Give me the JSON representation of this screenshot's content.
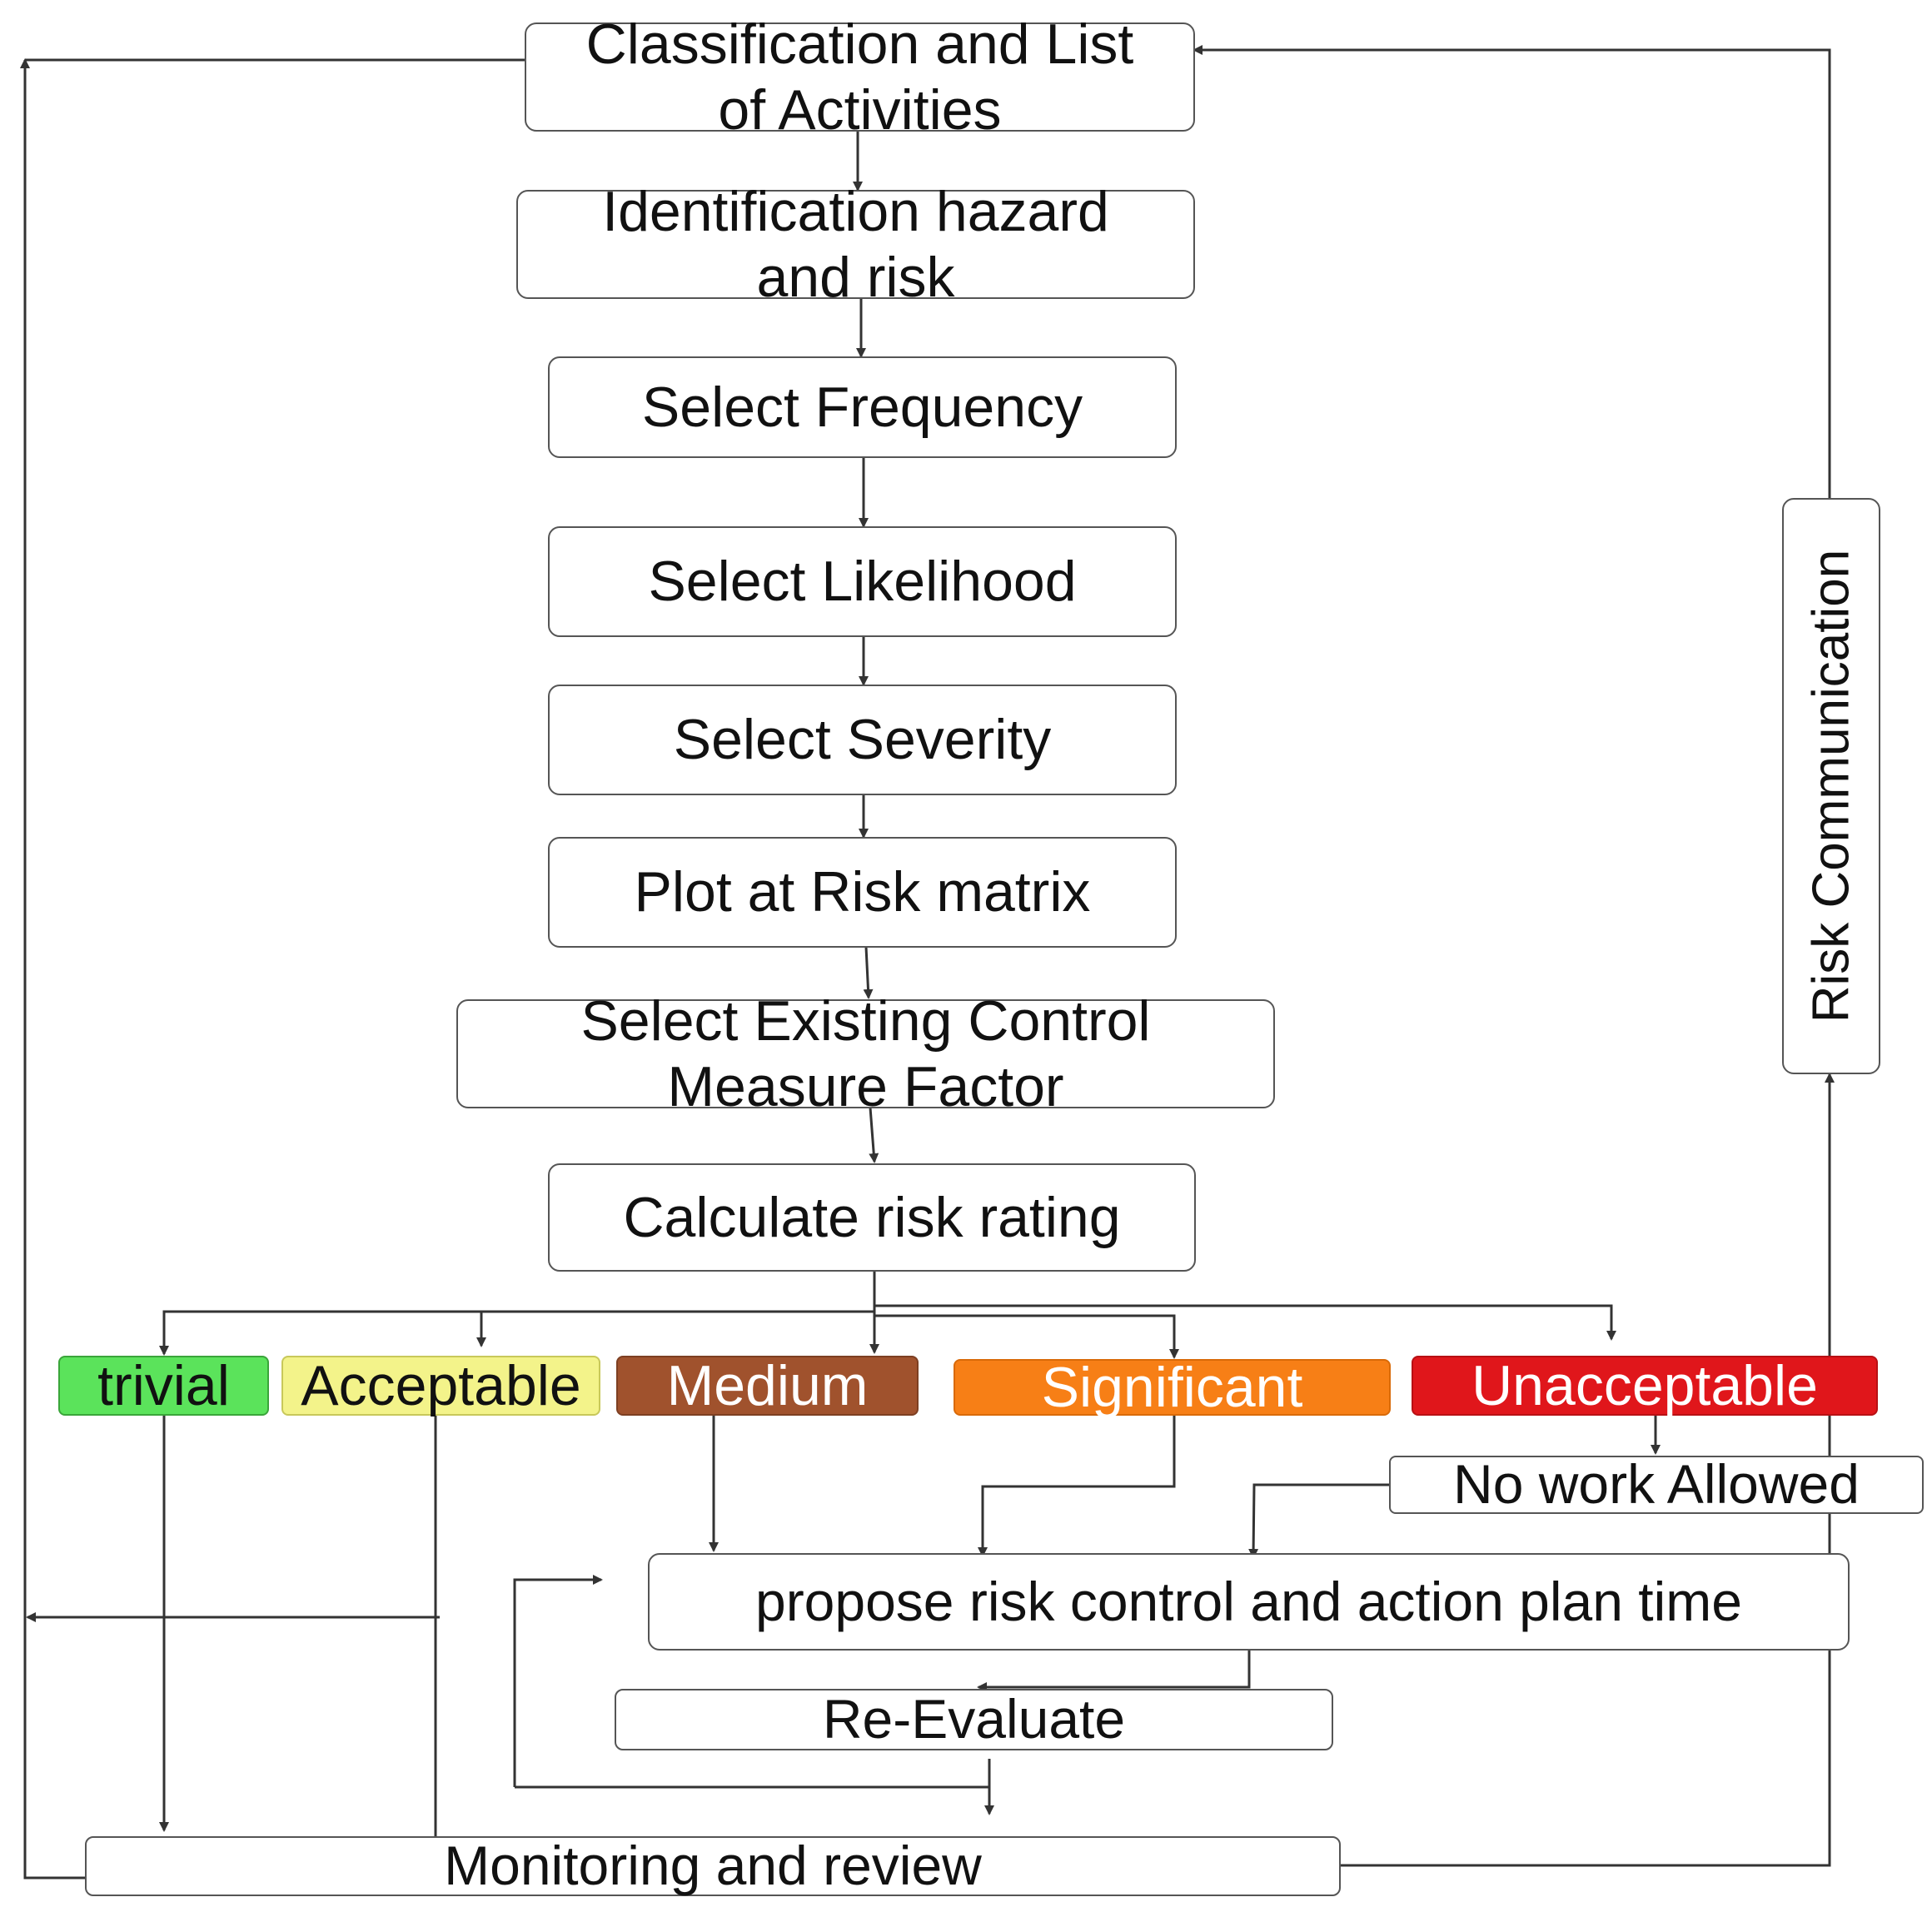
{
  "diagram": {
    "steps": {
      "classification": "Classification and List of Activities",
      "identification": "Identification hazard and risk",
      "frequency": "Select Frequency",
      "likelihood": "Select Likelihood",
      "severity": "Select Severity",
      "plot": "Plot at Risk matrix",
      "existing_control": "Select Existing Control Measure Factor",
      "calculate": "Calculate risk rating",
      "no_work": "No work Allowed",
      "propose": "propose risk control and action plan time",
      "reevaluate": "Re-Evaluate",
      "monitoring": "Monitoring and review",
      "risk_communication": "Risk Communication"
    },
    "ratings": {
      "trivial": "trivial",
      "acceptable": "Acceptable",
      "medium": "Medium",
      "significant": "Significant",
      "unacceptable": "Unacceptable"
    },
    "colors": {
      "trivial": "#5be35b",
      "acceptable": "#f3f38a",
      "medium": "#a0522d",
      "significant": "#f77f16",
      "unacceptable": "#e0161b",
      "line": "#333333",
      "border": "#555555"
    }
  }
}
